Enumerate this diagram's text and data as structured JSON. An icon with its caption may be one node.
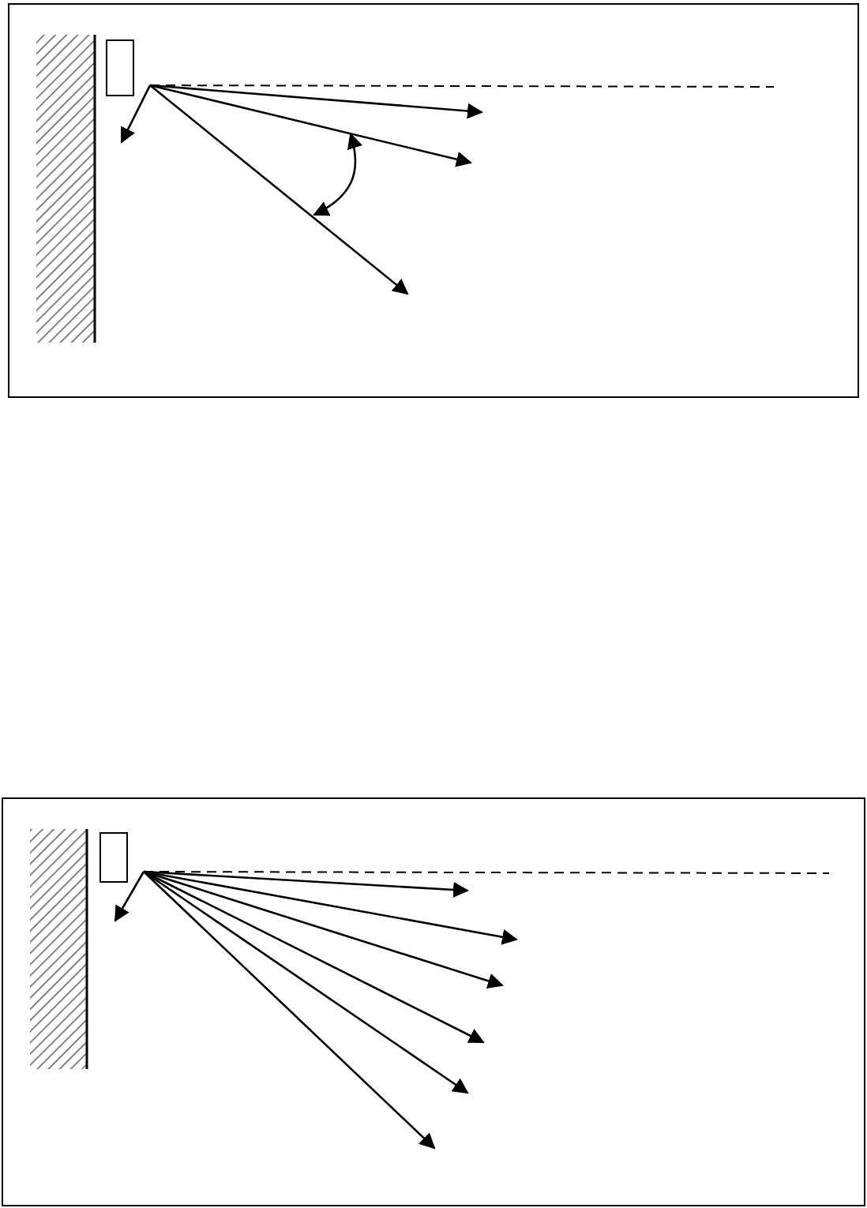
{
  "diagram": {
    "nodes": [
      {
        "text": [],
        "shape": "box"
      },
      {
        "text": [],
        "shape": "box",
        "in": 0
      },
      {
        "text": [],
        "shape": "box"
      },
      {
        "text": [],
        "shape": "box",
        "in": 2
      }
    ]
  }
}
